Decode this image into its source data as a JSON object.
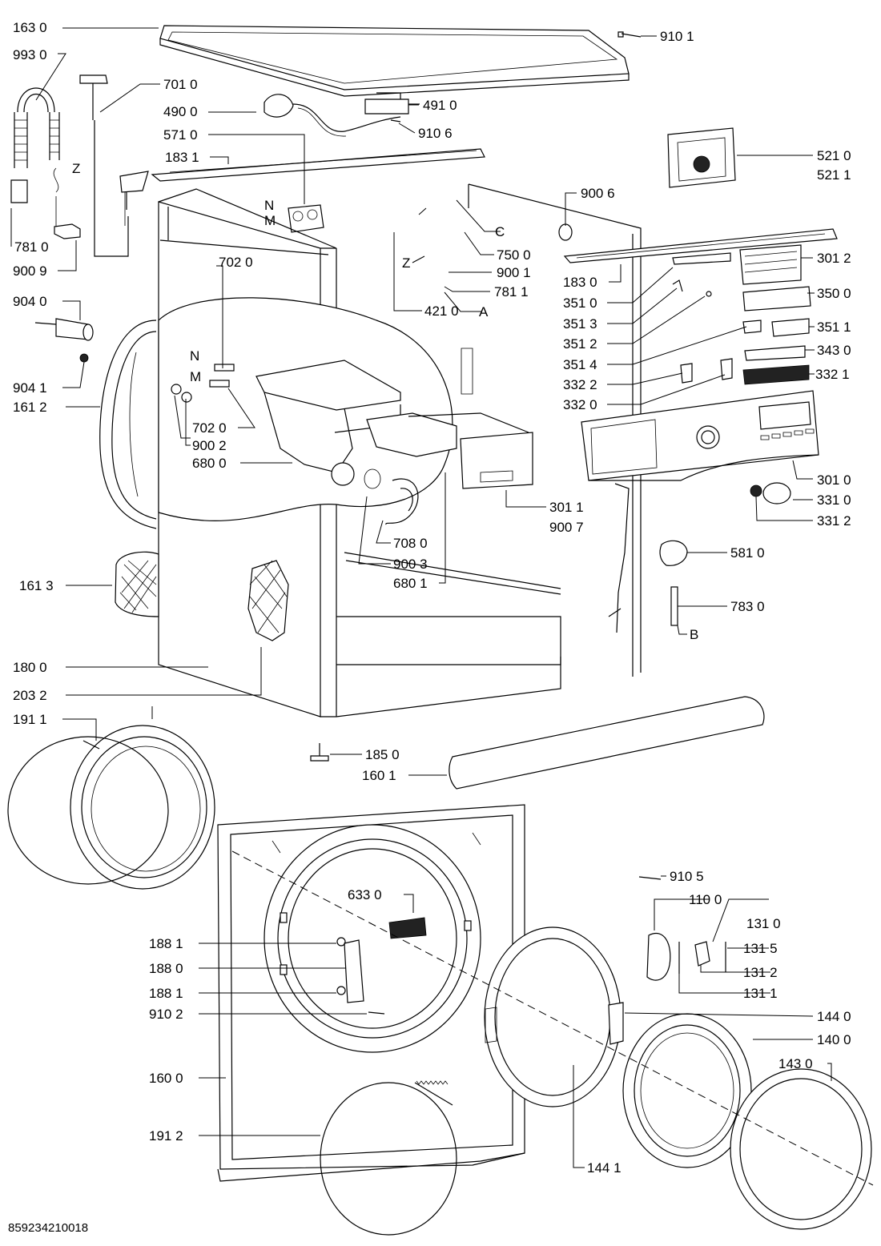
{
  "document_id": "859234210018",
  "labels": {
    "l1630": "163 0",
    "l9930": "993 0",
    "l7010": "701 0",
    "l4900": "490 0",
    "l5710": "571 0",
    "l1831": "183 1",
    "l9101": "910 1",
    "l4910": "491 0",
    "l9106": "910 6",
    "l5210": "521 0",
    "l5211": "521 1",
    "l9006": "900 6",
    "l7810a": "781 0",
    "l9009": "900 9",
    "l7500": "750 0",
    "l9001": "900 1",
    "l7811": "781 1",
    "l4210": "421 0",
    "l1830": "183 0",
    "l3012": "301 2",
    "l7020a": "702 0",
    "l3510": "351 0",
    "l3500": "350 0",
    "l9040": "904 0",
    "l3513": "351 3",
    "l3511": "351 1",
    "l3512": "351 2",
    "l3514": "351 4",
    "l3430": "343 0",
    "l9041": "904 1",
    "l3322": "332 2",
    "l3321": "332 1",
    "l1612": "161 2",
    "l3320": "332 0",
    "l7020b": "702 0",
    "l9002": "900 2",
    "l6800": "680 0",
    "l3010": "301 0",
    "l3011": "301 1",
    "l9007": "900 7",
    "l3310": "331 0",
    "l3312": "331 2",
    "l7080": "708 0",
    "l5810": "581 0",
    "l1613": "161 3",
    "l9003": "900 3",
    "l6801": "680 1",
    "l7830": "783 0",
    "l1800": "180 0",
    "l2032": "203 2",
    "l1911": "191 1",
    "l1850": "185 0",
    "l1601": "160 1",
    "l9105": "910 5",
    "l6330": "633 0",
    "l1100": "110 0",
    "l1310": "131 0",
    "l1881a": "188 1",
    "l1315": "131 5",
    "l1880": "188 0",
    "l1312": "131 2",
    "l1881b": "188 1",
    "l1311": "131 1",
    "l9102": "910 2",
    "l1440": "144 0",
    "l1400": "140 0",
    "l1430": "143 0",
    "l1600": "160 0",
    "l1912": "191 2",
    "l1441": "144 1"
  },
  "letters": {
    "z1": "Z",
    "n1": "N",
    "m1": "M",
    "c1": "C",
    "z2": "Z",
    "a1": "A",
    "n2": "N",
    "m2": "M",
    "b1": "B"
  }
}
